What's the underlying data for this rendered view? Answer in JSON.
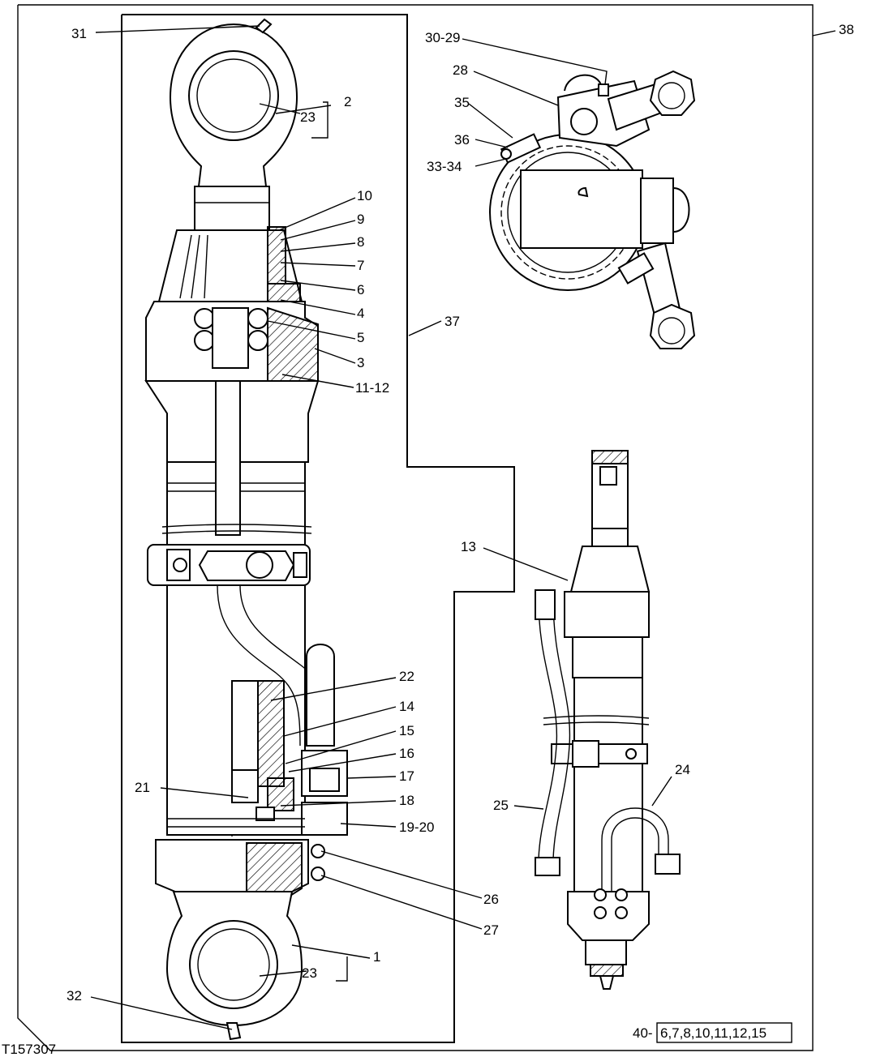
{
  "figure_id": "T157307",
  "callouts": {
    "c1": "1",
    "c2": "2",
    "c3": "3",
    "c4": "4",
    "c5": "5",
    "c6": "6",
    "c7": "7",
    "c8": "8",
    "c9": "9",
    "c10": "10",
    "c11_12": "11-12",
    "c13": "13",
    "c14": "14",
    "c15": "15",
    "c16": "16",
    "c17": "17",
    "c18": "18",
    "c19_20": "19-20",
    "c21": "21",
    "c22": "22",
    "c23_top": "23",
    "c23_bottom": "23",
    "c24": "24",
    "c25": "25",
    "c26": "26",
    "c27": "27",
    "c28": "28",
    "c30_29": "30-29",
    "c31": "31",
    "c32": "32",
    "c33_34": "33-34",
    "c35": "35",
    "c36": "36",
    "c37": "37",
    "c38": "38",
    "c40_prefix": "40-",
    "c40_kit": "6,7,8,10,11,12,15"
  }
}
